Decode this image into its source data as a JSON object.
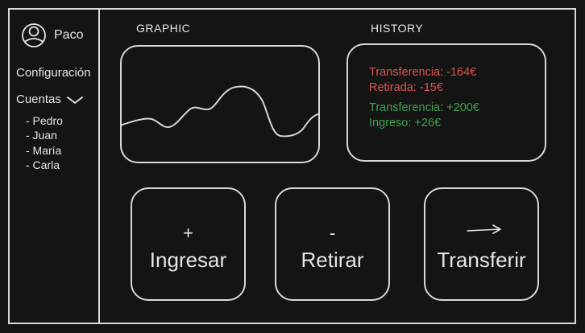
{
  "sidebar": {
    "user_name": "Paco",
    "avatar_icon": "user-avatar-icon",
    "menu_config": "Configuración",
    "menu_accounts": "Cuentas",
    "accounts_chevron_icon": "chevron-down-icon",
    "accounts": [
      "- Pedro",
      "- Juan",
      "- María",
      "- Carla"
    ]
  },
  "main": {
    "graphic_title": "GRAPHIC",
    "history_title": "HISTORY",
    "history": [
      {
        "text": "Transferencia: -164€",
        "kind": "negative"
      },
      {
        "text": "Retirada: -15€",
        "kind": "negative"
      },
      {
        "text": "Transferencia: +200€",
        "kind": "positive"
      },
      {
        "text": "Ingreso: +26€",
        "kind": "positive"
      }
    ],
    "actions": {
      "deposit": {
        "symbol": "+",
        "label": "Ingresar"
      },
      "withdraw": {
        "symbol": "-",
        "label": "Retirar"
      },
      "transfer": {
        "icon": "arrow-right-icon",
        "label": "Transferir"
      }
    }
  },
  "colors": {
    "background": "#141414",
    "line": "#d8d8d8",
    "negative": "#d9534f",
    "positive": "#3fa34d"
  }
}
